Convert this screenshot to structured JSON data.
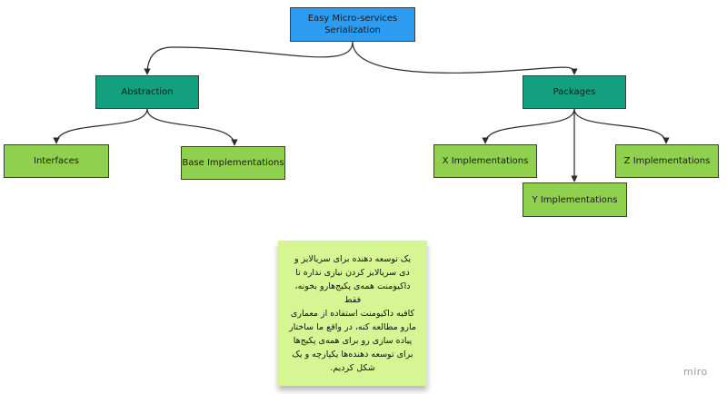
{
  "diagram": {
    "root": {
      "label": "Easy Micro-services\nSerialization"
    },
    "abstraction": {
      "label": "Abstraction"
    },
    "packages": {
      "label": "Packages"
    },
    "interfaces": {
      "label": "Interfaces"
    },
    "base_implementations": {
      "label": "Base Implementations"
    },
    "x_implementations": {
      "label": "X Implementations"
    },
    "y_implementations": {
      "label": "Y Implementations"
    },
    "z_implementations": {
      "label": "Z Implementations"
    }
  },
  "sticky_note": {
    "text": "یک توسعه دهنده برای سریالایز و\nدی سریالایز کردن نیازی نداره تا\nداکیومنت همه‌ی پکیج‌هارو بخونه، فقط\nکافیه داکیومنت استفاده از معماری\nمارو مطالعه کنه، در واقع ما ساختار\nپیاده سازی رو برای همه‌ی پکیج‌ها\nبرای توسعه دهنده‌ها یکپارچه و یک\nشکل کردیم."
  },
  "branding": {
    "logo_text": "miro"
  },
  "colors": {
    "root_fill": "#2d9bf0",
    "mid_fill": "#12a07f",
    "leaf_fill": "#8fd14f",
    "sticky_fill": "#d5f692",
    "connector": "#2b2b2b"
  }
}
